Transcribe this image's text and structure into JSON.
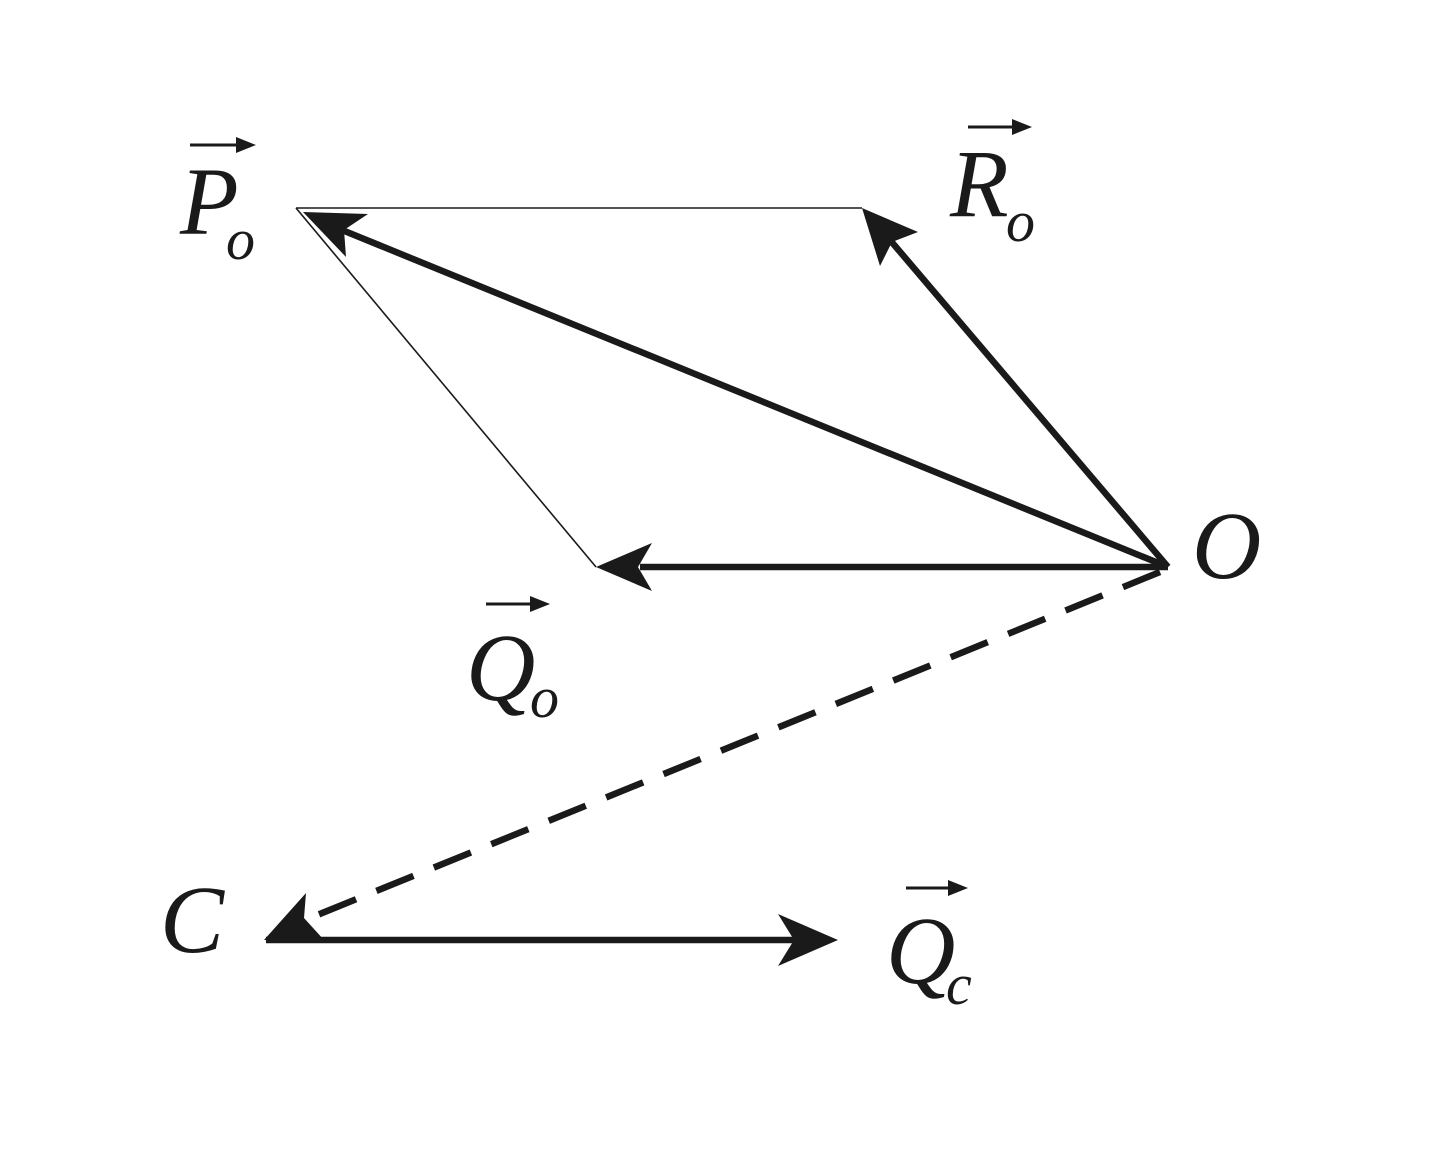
{
  "labels": {
    "p": {
      "main": "P",
      "sub": "o"
    },
    "r": {
      "main": "R",
      "sub": "o"
    },
    "q": {
      "main": "Q",
      "sub": "o"
    },
    "qc": {
      "main": "Q",
      "sub": "c"
    },
    "o": "O",
    "c": "C"
  },
  "colors": {
    "ink": "#1a1a1a",
    "background": "#ffffff"
  }
}
